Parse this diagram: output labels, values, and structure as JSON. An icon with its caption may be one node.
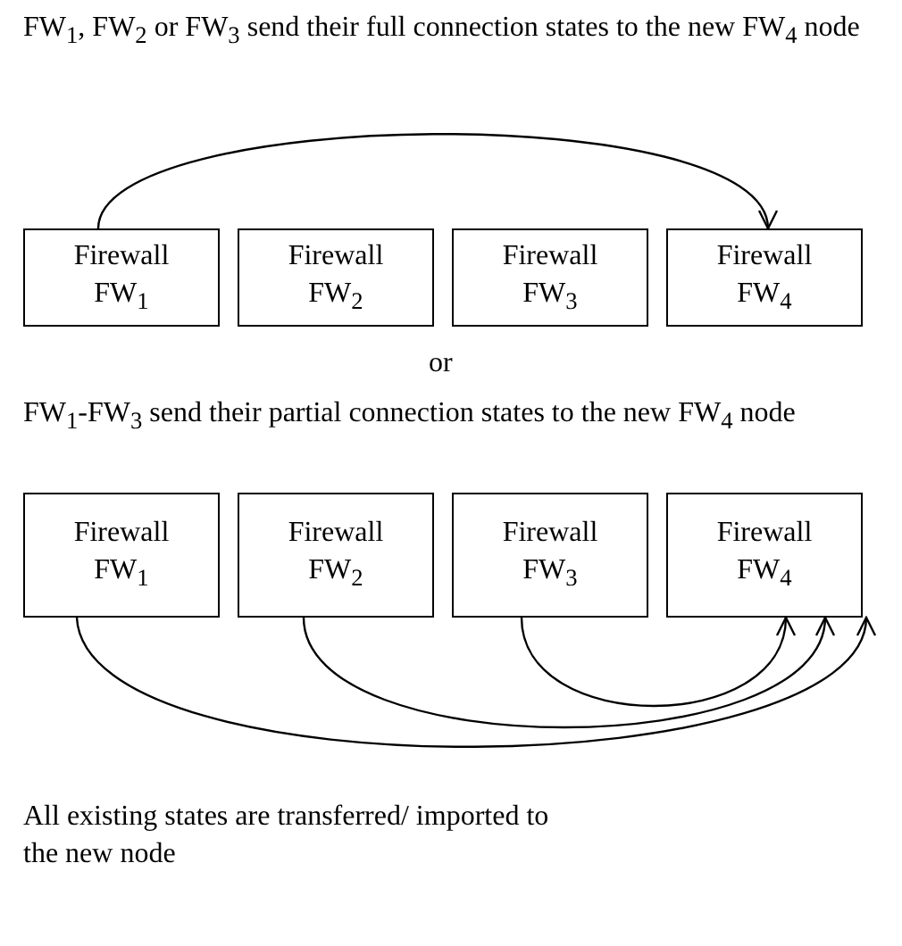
{
  "diagram": {
    "nodes": [
      {
        "text": [
          "Firewall",
          "FW$_{1}$"
        ]
      },
      {
        "text": [
          "Firewall",
          "FW$_{2}$"
        ]
      },
      {
        "text": [
          "Firewall",
          "FW$_{3}$"
        ]
      },
      {
        "text": [
          "Firewall",
          "FW$_{4}$"
        ]
      },
      {
        "text": [
          "Firewall",
          "FW$_{1}$"
        ]
      },
      {
        "text": [
          "Firewall",
          "FW$_{2}$"
        ]
      },
      {
        "text": [
          "Firewall",
          "FW$_{3}$"
        ]
      },
      {
        "text": [
          "Firewall",
          "FW$_{4}$"
        ]
      }
    ],
    "edges": [
      {
        "from": 0,
        "to": 3,
        "arrow": "to"
      },
      {
        "from": 4,
        "to": 7,
        "arrow": "to"
      },
      {
        "from": 5,
        "to": 7,
        "arrow": "to"
      },
      {
        "from": 6,
        "to": 7,
        "arrow": "to"
      }
    ],
    "labels": [
      "FW$_{1}$, FW$_{2}$ or FW$_{3}$ send their full connection states to the new FW$_{4}$ node",
      "or",
      "FW$_{1}$-FW$_{3}$ send their partial connection states to the new FW$_{4}$ node",
      "All existing states are transferred/ imported to the new node"
    ]
  }
}
